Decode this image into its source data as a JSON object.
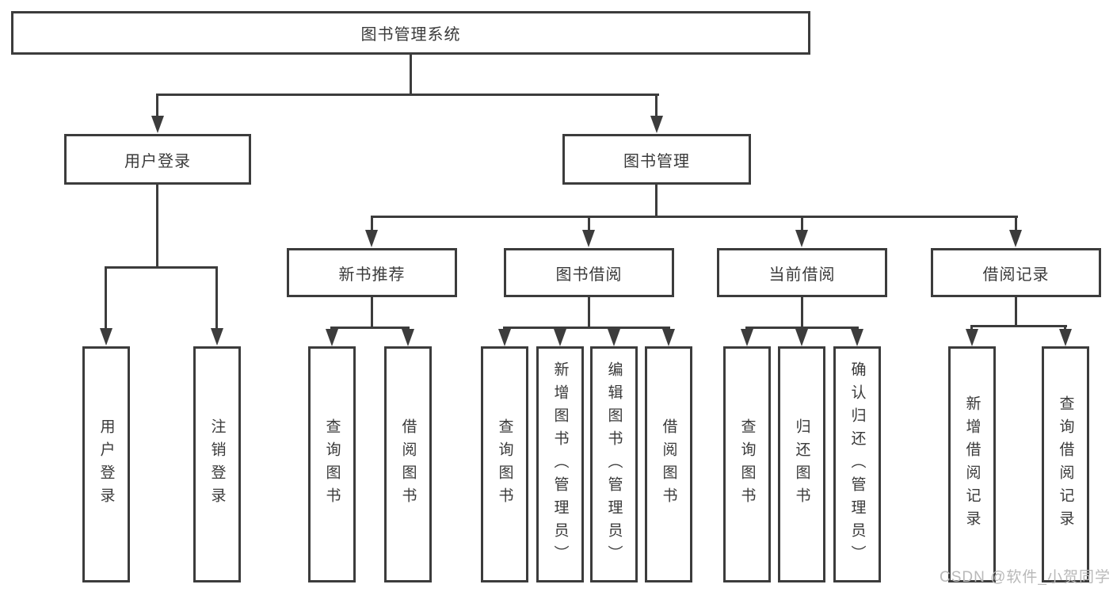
{
  "tree": {
    "root": {
      "label": "图书管理系统"
    },
    "children": [
      {
        "label": "用户登录",
        "children": [
          {
            "label": "用户登录"
          },
          {
            "label": "注销登录"
          }
        ]
      },
      {
        "label": "图书管理",
        "children": [
          {
            "label": "新书推荐",
            "children": [
              {
                "label": "查询图书"
              },
              {
                "label": "借阅图书"
              }
            ]
          },
          {
            "label": "图书借阅",
            "children": [
              {
                "label": "查询图书"
              },
              {
                "label": "新增图书（管理员）"
              },
              {
                "label": "编辑图书（管理员）"
              },
              {
                "label": "借阅图书"
              }
            ]
          },
          {
            "label": "当前借阅",
            "children": [
              {
                "label": "查询图书"
              },
              {
                "label": "归还图书"
              },
              {
                "label": "确认归还（管理员）"
              }
            ]
          },
          {
            "label": "借阅记录",
            "children": [
              {
                "label": "新增借阅记录"
              },
              {
                "label": "查询借阅记录"
              }
            ]
          }
        ]
      }
    ]
  },
  "watermark": {
    "text": "CSDN @软件_小贺同学"
  },
  "colors": {
    "line": "#3c3c3c",
    "text": "#3a3a3a",
    "watermark": "#b9b9b9",
    "background": "#ffffff"
  }
}
